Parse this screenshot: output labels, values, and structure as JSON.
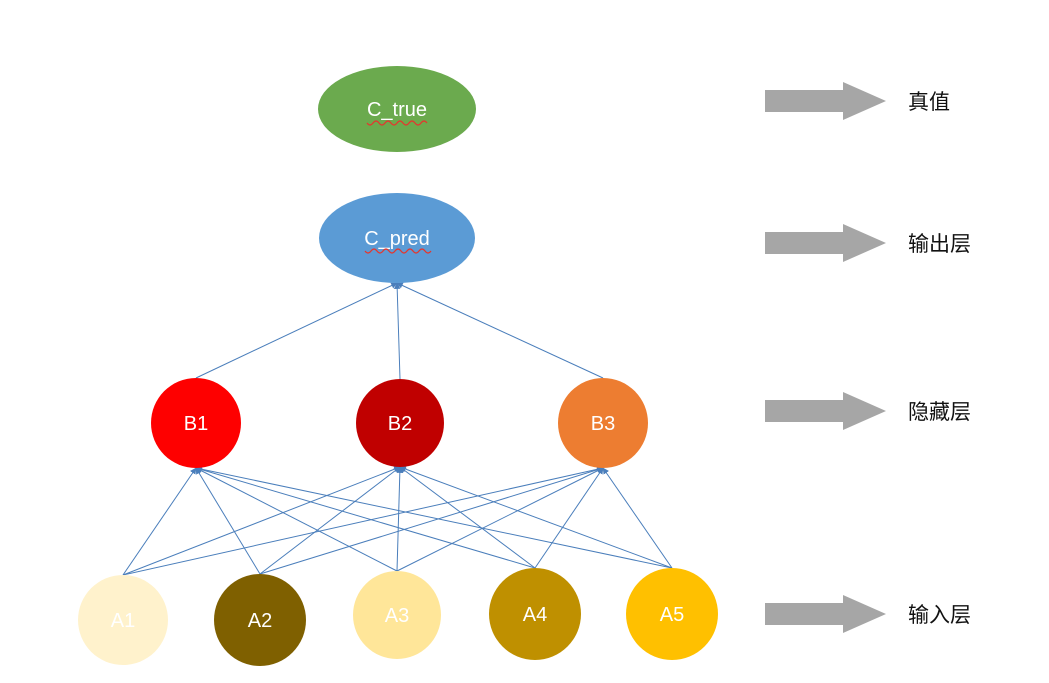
{
  "diagram": {
    "edge_color": "#4a7ebb",
    "nodes": {
      "c_true": {
        "label": "C_true",
        "color": "#6baa4e"
      },
      "c_pred": {
        "label": "C_pred",
        "color": "#5b9bd5"
      },
      "b1": {
        "label": "B1",
        "color": "#fe0000"
      },
      "b2": {
        "label": "B2",
        "color": "#c00000"
      },
      "b3": {
        "label": "B3",
        "color": "#ed7d31"
      },
      "a1": {
        "label": "A1",
        "color": "#fff2cc"
      },
      "a2": {
        "label": "A2",
        "color": "#7f6000"
      },
      "a3": {
        "label": "A3",
        "color": "#ffe699"
      },
      "a4": {
        "label": "A4",
        "color": "#bf9000"
      },
      "a5": {
        "label": "A5",
        "color": "#ffc000"
      }
    },
    "edges": [
      {
        "from": "B1",
        "to": "C_pred"
      },
      {
        "from": "B2",
        "to": "C_pred"
      },
      {
        "from": "B3",
        "to": "C_pred"
      },
      {
        "from": "A1",
        "to": "B1"
      },
      {
        "from": "A1",
        "to": "B2"
      },
      {
        "from": "A1",
        "to": "B3"
      },
      {
        "from": "A2",
        "to": "B1"
      },
      {
        "from": "A2",
        "to": "B2"
      },
      {
        "from": "A2",
        "to": "B3"
      },
      {
        "from": "A3",
        "to": "B1"
      },
      {
        "from": "A3",
        "to": "B2"
      },
      {
        "from": "A3",
        "to": "B3"
      },
      {
        "from": "A4",
        "to": "B1"
      },
      {
        "from": "A4",
        "to": "B2"
      },
      {
        "from": "A4",
        "to": "B3"
      },
      {
        "from": "A5",
        "to": "B1"
      },
      {
        "from": "A5",
        "to": "B2"
      },
      {
        "from": "A5",
        "to": "B3"
      }
    ]
  },
  "legend": {
    "arrow_color": "#a6a6a6",
    "label_color": "#111111",
    "items": [
      {
        "label": "真值"
      },
      {
        "label": "输出层"
      },
      {
        "label": "隐藏层"
      },
      {
        "label": "输入层"
      }
    ]
  }
}
